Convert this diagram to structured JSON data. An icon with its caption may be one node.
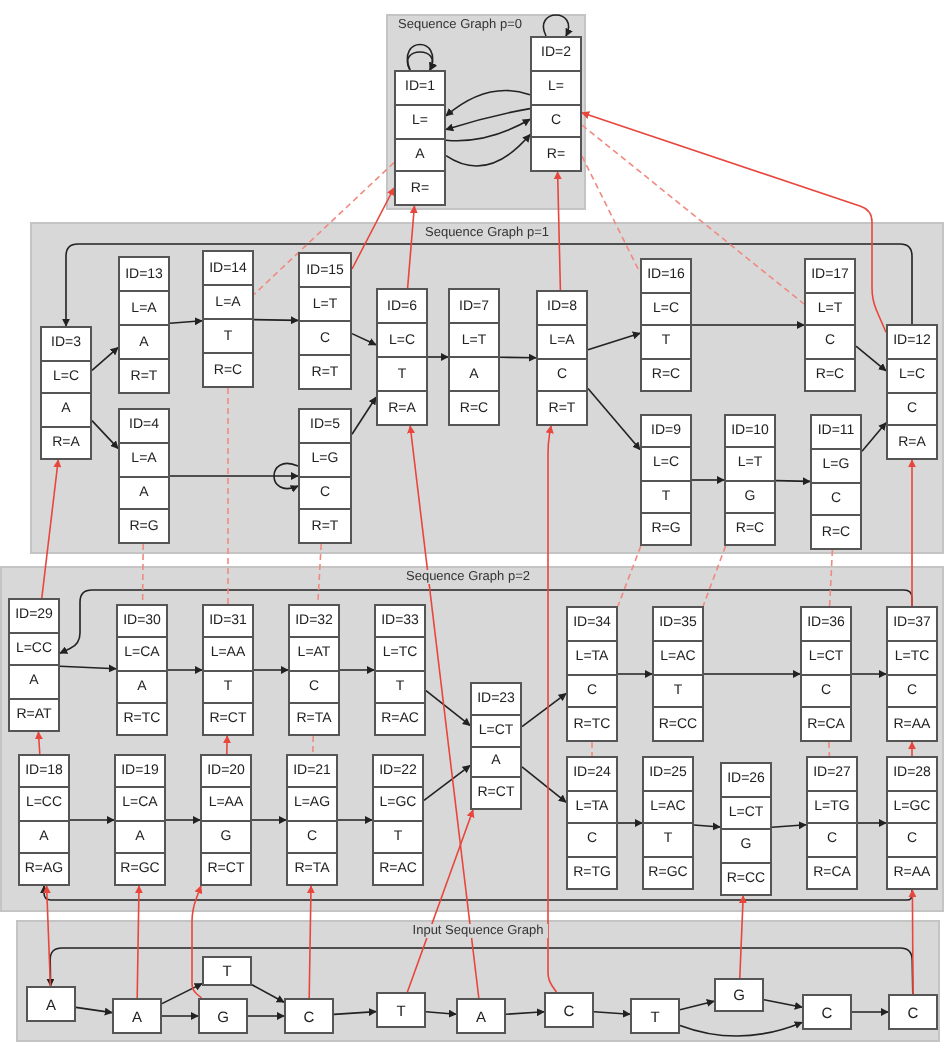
{
  "diagram": {
    "nodes": [
      {
        "text": [
          "Sequence Graph p=0"
        ]
      },
      {
        "text": [
          "ID=1",
          "L=",
          "A",
          "R="
        ],
        "in": 0
      },
      {
        "text": [
          "ID=2",
          "L=",
          "C",
          "R="
        ],
        "in": 0
      },
      {
        "text": [
          "Sequence Graph p=1"
        ]
      },
      {
        "text": [
          "ID=3",
          "L=C",
          "A",
          "R=A"
        ],
        "in": 3
      },
      {
        "text": [
          "ID=13",
          "L=A",
          "A",
          "R=T"
        ],
        "in": 3
      },
      {
        "text": [
          "ID=14",
          "L=A",
          "T",
          "R=C"
        ],
        "in": 3
      },
      {
        "text": [
          "ID=15",
          "L=T",
          "C",
          "R=T"
        ],
        "in": 3
      },
      {
        "text": [
          "ID=6",
          "L=C",
          "T",
          "R=A"
        ],
        "in": 3
      },
      {
        "text": [
          "ID=7",
          "L=T",
          "A",
          "R=C"
        ],
        "in": 3
      },
      {
        "text": [
          "ID=8",
          "L=A",
          "C",
          "R=T"
        ],
        "in": 3
      },
      {
        "text": [
          "ID=16",
          "L=C",
          "T",
          "R=C"
        ],
        "in": 3
      },
      {
        "text": [
          "ID=17",
          "L=T",
          "C",
          "R=C"
        ],
        "in": 3
      },
      {
        "text": [
          "ID=12",
          "L=C",
          "C",
          "R=A"
        ],
        "in": 3
      },
      {
        "text": [
          "ID=4",
          "L=A",
          "A",
          "R=G"
        ],
        "in": 3
      },
      {
        "text": [
          "ID=5",
          "L=G",
          "C",
          "R=T"
        ],
        "in": 3
      },
      {
        "text": [
          "ID=9",
          "L=C",
          "T",
          "R=G"
        ],
        "in": 3
      },
      {
        "text": [
          "ID=10",
          "L=T",
          "G",
          "R=C"
        ],
        "in": 3
      },
      {
        "text": [
          "ID=11",
          "L=G",
          "C",
          "R=C"
        ],
        "in": 3
      },
      {
        "text": [
          "Sequence Graph p=2"
        ]
      },
      {
        "text": [
          "ID=29",
          "L=CC",
          "A",
          "R=AT"
        ],
        "in": 19
      },
      {
        "text": [
          "ID=30",
          "L=CA",
          "A",
          "R=TC"
        ],
        "in": 19
      },
      {
        "text": [
          "ID=31",
          "L=AA",
          "T",
          "R=CT"
        ],
        "in": 19
      },
      {
        "text": [
          "ID=32",
          "L=AT",
          "C",
          "R=TA"
        ],
        "in": 19
      },
      {
        "text": [
          "ID=33",
          "L=TC",
          "T",
          "R=AC"
        ],
        "in": 19
      },
      {
        "text": [
          "ID=34",
          "L=TA",
          "C",
          "R=TC"
        ],
        "in": 19
      },
      {
        "text": [
          "ID=35",
          "L=AC",
          "T",
          "R=CC"
        ],
        "in": 19
      },
      {
        "text": [
          "ID=36",
          "L=CT",
          "C",
          "R=CA"
        ],
        "in": 19
      },
      {
        "text": [
          "ID=37",
          "L=TC",
          "C",
          "R=AA"
        ],
        "in": 19
      },
      {
        "text": [
          "ID=23",
          "L=CT",
          "A",
          "R=CT"
        ],
        "in": 19
      },
      {
        "text": [
          "ID=18",
          "L=CC",
          "A",
          "R=AG"
        ],
        "in": 19
      },
      {
        "text": [
          "ID=19",
          "L=CA",
          "A",
          "R=GC"
        ],
        "in": 19
      },
      {
        "text": [
          "ID=20",
          "L=AA",
          "G",
          "R=CT"
        ],
        "in": 19
      },
      {
        "text": [
          "ID=21",
          "L=AG",
          "C",
          "R=TA"
        ],
        "in": 19
      },
      {
        "text": [
          "ID=22",
          "L=GC",
          "T",
          "R=AC"
        ],
        "in": 19
      },
      {
        "text": [
          "ID=24",
          "L=TA",
          "C",
          "R=TG"
        ],
        "in": 19
      },
      {
        "text": [
          "ID=25",
          "L=AC",
          "T",
          "R=GC"
        ],
        "in": 19
      },
      {
        "text": [
          "ID=26",
          "L=CT",
          "G",
          "R=CC"
        ],
        "in": 19
      },
      {
        "text": [
          "ID=27",
          "L=TG",
          "C",
          "R=CA"
        ],
        "in": 19
      },
      {
        "text": [
          "ID=28",
          "L=GC",
          "C",
          "R=AA"
        ],
        "in": 19
      },
      {
        "text": [
          "Input Sequence Graph"
        ]
      },
      {
        "text": [
          "A"
        ],
        "in": 40
      },
      {
        "text": [
          "A"
        ],
        "in": 40
      },
      {
        "text": [
          "T"
        ],
        "in": 40
      },
      {
        "text": [
          "G"
        ],
        "in": 40
      },
      {
        "text": [
          "C"
        ],
        "in": 40
      },
      {
        "text": [
          "T"
        ],
        "in": 40
      },
      {
        "text": [
          "A"
        ],
        "in": 40
      },
      {
        "text": [
          "C"
        ],
        "in": 40
      },
      {
        "text": [
          "T"
        ],
        "in": 40
      },
      {
        "text": [
          "G"
        ],
        "in": 40
      },
      {
        "text": [
          "C"
        ],
        "in": 40
      },
      {
        "text": [
          "C"
        ],
        "in": 40
      }
    ],
    "edges": [
      {
        "from": 2,
        "to": 1,
        "arrow": "to"
      },
      {
        "from": 2,
        "to": 1,
        "arrow": "to"
      },
      {
        "from": 1,
        "to": 2,
        "arrow": "to"
      },
      {
        "from": 1,
        "to": 2,
        "arrow": "to"
      },
      {
        "from": 1,
        "to": 1,
        "arrow": "to"
      },
      {
        "from": 1,
        "to": 1,
        "arrow": "to"
      },
      {
        "from": 2,
        "to": 2,
        "arrow": "to"
      },
      {
        "from": 4,
        "to": 5,
        "arrow": "to"
      },
      {
        "from": 4,
        "to": 14,
        "arrow": "to"
      },
      {
        "from": 5,
        "to": 6,
        "arrow": "to"
      },
      {
        "from": 6,
        "to": 7,
        "arrow": "to"
      },
      {
        "from": 7,
        "to": 8,
        "arrow": "to"
      },
      {
        "from": 14,
        "to": 15,
        "arrow": "to"
      },
      {
        "from": 15,
        "to": 15,
        "arrow": "to"
      },
      {
        "from": 15,
        "to": 8,
        "arrow": "to"
      },
      {
        "from": 8,
        "to": 9,
        "arrow": "to"
      },
      {
        "from": 9,
        "to": 10,
        "arrow": "to"
      },
      {
        "from": 10,
        "to": 11,
        "arrow": "to"
      },
      {
        "from": 10,
        "to": 16,
        "arrow": "to"
      },
      {
        "from": 11,
        "to": 12,
        "arrow": "to"
      },
      {
        "from": 16,
        "to": 17,
        "arrow": "to"
      },
      {
        "from": 17,
        "to": 18,
        "arrow": "to"
      },
      {
        "from": 12,
        "to": 13,
        "arrow": "to"
      },
      {
        "from": 18,
        "to": 13,
        "arrow": "to"
      },
      {
        "from": 13,
        "to": 4,
        "arrow": "to"
      },
      {
        "from": 20,
        "to": 21,
        "arrow": "to"
      },
      {
        "from": 21,
        "to": 22,
        "arrow": "to"
      },
      {
        "from": 22,
        "to": 23,
        "arrow": "to"
      },
      {
        "from": 23,
        "to": 24,
        "arrow": "to"
      },
      {
        "from": 24,
        "to": 29,
        "arrow": "to"
      },
      {
        "from": 29,
        "to": 25,
        "arrow": "to"
      },
      {
        "from": 29,
        "to": 35,
        "arrow": "to"
      },
      {
        "from": 25,
        "to": 26,
        "arrow": "to"
      },
      {
        "from": 26,
        "to": 27,
        "arrow": "to"
      },
      {
        "from": 27,
        "to": 28,
        "arrow": "to"
      },
      {
        "from": 28,
        "to": 20,
        "arrow": "to"
      },
      {
        "from": 30,
        "to": 31,
        "arrow": "to"
      },
      {
        "from": 31,
        "to": 32,
        "arrow": "to"
      },
      {
        "from": 32,
        "to": 33,
        "arrow": "to"
      },
      {
        "from": 33,
        "to": 34,
        "arrow": "to"
      },
      {
        "from": 34,
        "to": 29,
        "arrow": "to"
      },
      {
        "from": 35,
        "to": 36,
        "arrow": "to"
      },
      {
        "from": 36,
        "to": 37,
        "arrow": "to"
      },
      {
        "from": 37,
        "to": 38,
        "arrow": "to"
      },
      {
        "from": 38,
        "to": 39,
        "arrow": "to"
      },
      {
        "from": 39,
        "to": 30,
        "arrow": "to"
      },
      {
        "from": 41,
        "to": 42,
        "arrow": "to"
      },
      {
        "from": 42,
        "to": 43,
        "arrow": "to"
      },
      {
        "from": 42,
        "to": 44,
        "arrow": "to"
      },
      {
        "from": 43,
        "to": 45,
        "arrow": "to"
      },
      {
        "from": 44,
        "to": 45,
        "arrow": "to"
      },
      {
        "from": 45,
        "to": 46,
        "arrow": "to"
      },
      {
        "from": 46,
        "to": 47,
        "arrow": "to"
      },
      {
        "from": 47,
        "to": 48,
        "arrow": "to"
      },
      {
        "from": 48,
        "to": 49,
        "arrow": "to"
      },
      {
        "from": 49,
        "to": 50,
        "arrow": "to"
      },
      {
        "from": 49,
        "to": 51,
        "arrow": "to"
      },
      {
        "from": 50,
        "to": 51,
        "arrow": "to"
      },
      {
        "from": 51,
        "to": 52,
        "arrow": "to"
      },
      {
        "from": 52,
        "to": 41,
        "arrow": "to"
      },
      {
        "from": 41,
        "to": 30,
        "arrow": "to",
        "color": "#e8463c"
      },
      {
        "from": 30,
        "to": 20,
        "arrow": "to",
        "color": "#e8463c"
      },
      {
        "from": 20,
        "to": 4,
        "arrow": "to",
        "color": "#e8463c"
      },
      {
        "from": 44,
        "to": 32,
        "arrow": "to",
        "color": "#e8463c"
      },
      {
        "from": 32,
        "to": 22,
        "arrow": "to",
        "color": "#e8463c"
      },
      {
        "from": 46,
        "to": 29,
        "arrow": "to",
        "color": "#e8463c"
      },
      {
        "from": 50,
        "to": 37,
        "arrow": "to",
        "color": "#e8463c"
      },
      {
        "from": 52,
        "to": 39,
        "arrow": "to",
        "color": "#e8463c"
      },
      {
        "from": 39,
        "to": 28,
        "arrow": "to",
        "color": "#e8463c"
      },
      {
        "from": 28,
        "to": 13,
        "arrow": "to",
        "color": "#e8463c"
      },
      {
        "from": 47,
        "to": 8,
        "arrow": "to",
        "color": "#e8463c"
      },
      {
        "from": 48,
        "to": 10,
        "arrow": "to",
        "color": "#e8463c"
      },
      {
        "from": 8,
        "to": 1,
        "arrow": "to",
        "color": "#e8463c"
      },
      {
        "from": 7,
        "to": 1,
        "arrow": "to",
        "color": "#e8463c"
      },
      {
        "from": 10,
        "to": 2,
        "arrow": "to",
        "color": "#e8463c"
      },
      {
        "from": 13,
        "to": 2,
        "arrow": "to",
        "color": "#e8463c"
      },
      {
        "from": 42,
        "to": 31,
        "arrow": "to",
        "color": "#e8463c"
      },
      {
        "from": 45,
        "to": 33,
        "arrow": "to",
        "color": "#e8463c"
      },
      {
        "from": 1,
        "to": 6,
        "arrow": "none",
        "style": "dashed",
        "color": "#f08a80"
      },
      {
        "from": 2,
        "to": 11,
        "arrow": "none",
        "style": "dashed",
        "color": "#f08a80"
      },
      {
        "from": 2,
        "to": 12,
        "arrow": "none",
        "style": "dashed",
        "color": "#f08a80"
      },
      {
        "from": 6,
        "to": 22,
        "arrow": "none",
        "style": "dashed",
        "color": "#f08a80"
      },
      {
        "from": 14,
        "to": 21,
        "arrow": "none",
        "style": "dashed",
        "color": "#f08a80"
      },
      {
        "from": 15,
        "to": 23,
        "arrow": "none",
        "style": "dashed",
        "color": "#f08a80"
      },
      {
        "from": 16,
        "to": 25,
        "arrow": "none",
        "style": "dashed",
        "color": "#f08a80"
      },
      {
        "from": 17,
        "to": 26,
        "arrow": "none",
        "style": "dashed",
        "color": "#f08a80"
      },
      {
        "from": 18,
        "to": 27,
        "arrow": "none",
        "style": "dashed",
        "color": "#f08a80"
      },
      {
        "from": 23,
        "to": 33,
        "arrow": "none",
        "style": "dashed",
        "color": "#f08a80"
      },
      {
        "from": 27,
        "to": 38,
        "arrow": "none",
        "style": "dashed",
        "color": "#f08a80"
      },
      {
        "from": 25,
        "to": 35,
        "arrow": "none",
        "style": "dashed",
        "color": "#f08a80"
      }
    ]
  }
}
